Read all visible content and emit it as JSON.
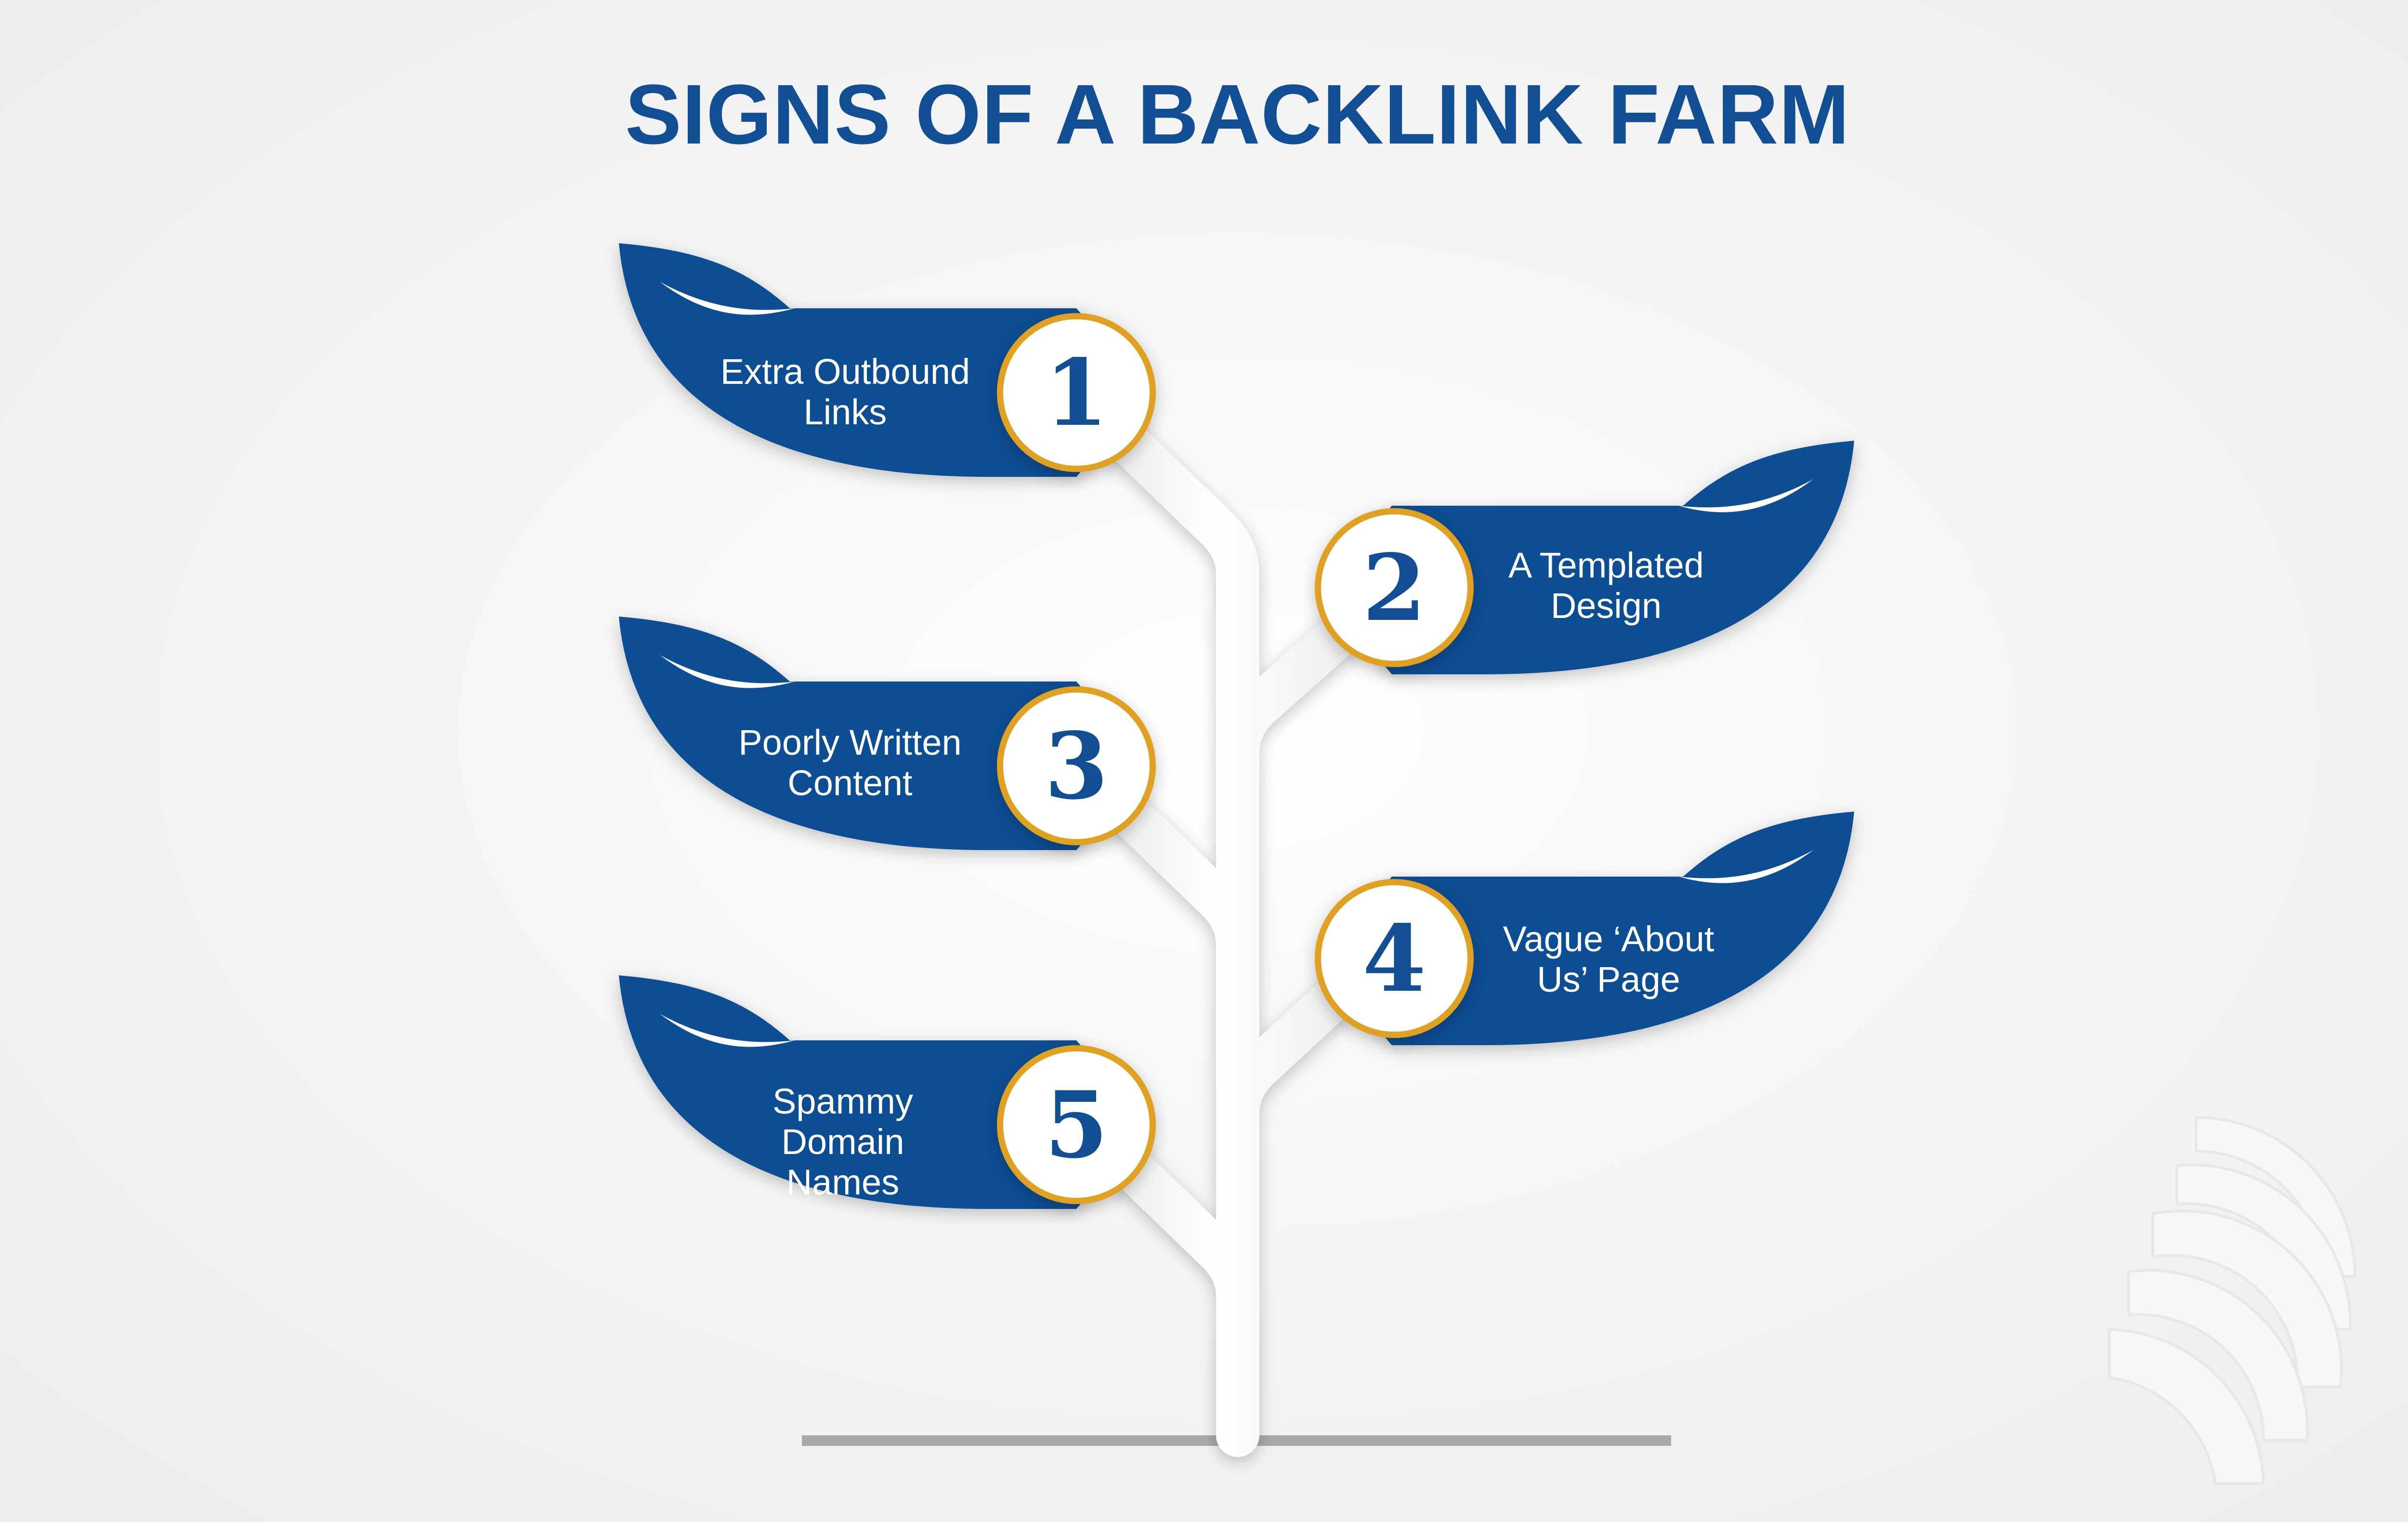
{
  "title": "SIGNS OF A BACKLINK FARM",
  "colors": {
    "leaf": "#114e93",
    "ring": "#e0a020",
    "stem": "#ffffff",
    "ground": "#a9a9ab",
    "background": "#f0f0f1"
  },
  "signs": [
    {
      "number": "1",
      "line1": "Extra Outbound",
      "line2": "Links"
    },
    {
      "number": "2",
      "line1": "A Templated",
      "line2": "Design"
    },
    {
      "number": "3",
      "line1": "Poorly Written",
      "line2": "Content"
    },
    {
      "number": "4",
      "line1": "Vague ‘About",
      "line2": "Us’ Page"
    },
    {
      "number": "5",
      "line1": "Spammy Domain",
      "line2": "Names"
    }
  ],
  "watermark_icon": "globe-logo-icon"
}
